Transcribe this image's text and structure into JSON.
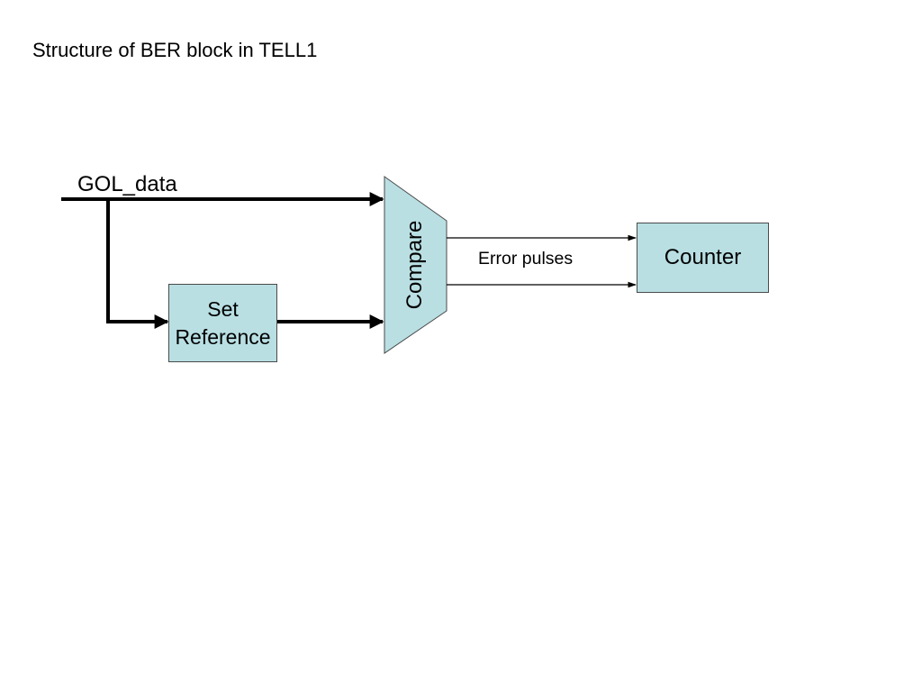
{
  "slide": {
    "title": "Structure of BER block in TELL1"
  },
  "diagram": {
    "input_signal_label": "GOL_data",
    "set_reference_label": "Set\nReference",
    "compare_label": "Compare",
    "error_pulses_label": "Error pulses",
    "counter_label": "Counter",
    "colors": {
      "block_fill": "#b9dfe3",
      "block_border": "#4a4a4a",
      "line": "#000000"
    }
  }
}
